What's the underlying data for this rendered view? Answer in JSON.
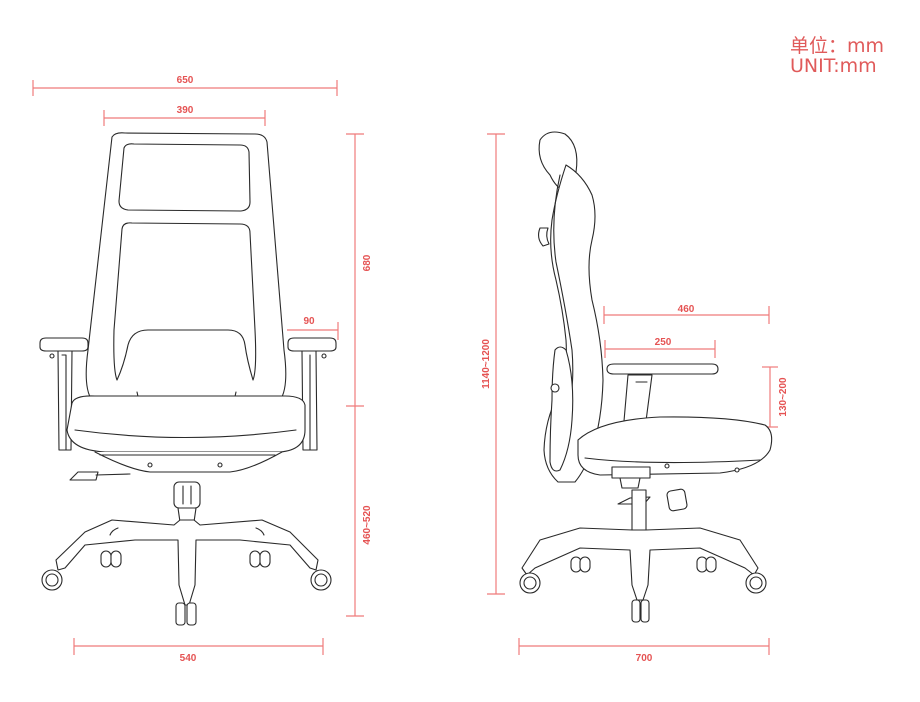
{
  "units": {
    "zh": "单位：mm",
    "en": "UNIT:mm"
  },
  "front_view": {
    "dimensions": {
      "overall_width": "650",
      "headrest_width": "390",
      "armrest_width": "90",
      "backrest_height": "680",
      "seat_height": "460~520",
      "base_width": "540"
    }
  },
  "side_view": {
    "dimensions": {
      "overall_height": "1140~1200",
      "seat_depth": "460",
      "armrest_length": "250",
      "armrest_height": "130~200",
      "base_depth": "700"
    }
  },
  "colors": {
    "dimension": "#ef7b7b",
    "dimension_text": "#e55353",
    "line_art": "#2a2a2a",
    "background": "#ffffff"
  }
}
